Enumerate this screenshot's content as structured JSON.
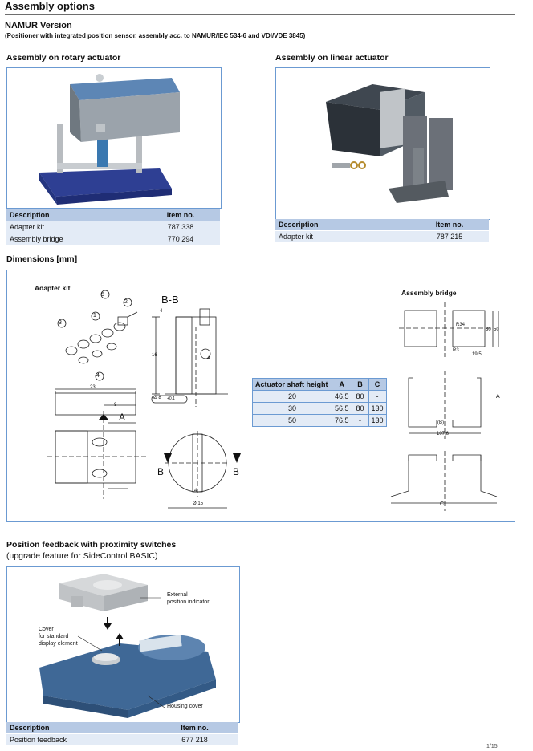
{
  "header": {
    "title": "Assembly options"
  },
  "namur": {
    "title": "NAMUR Version",
    "subtitle": "(Positioner with integrated position sensor, assembly acc. to NAMUR/IEC 534-6 and VDI/VDE 3845)"
  },
  "rotary": {
    "title": "Assembly on rotary actuator",
    "table": {
      "col1": "Description",
      "col2": "Item no.",
      "rows": [
        {
          "desc": "Adapter kit",
          "item": "787 338"
        },
        {
          "desc": "Assembly bridge",
          "item": "770 294"
        }
      ]
    }
  },
  "linear": {
    "title": "Assembly on linear actuator",
    "table": {
      "col1": "Description",
      "col2": "Item no.",
      "rows": [
        {
          "desc": "Adapter kit",
          "item": "787 215"
        }
      ]
    }
  },
  "dimensions": {
    "title": "Dimensions [mm]",
    "adapter_kit_label": "Adapter kit",
    "assembly_bridge_label": "Assembly bridge",
    "section_label": "B-B",
    "callouts": [
      "1",
      "2",
      "3",
      "4",
      "5"
    ],
    "labels": {
      "dim_23": "23",
      "dim_9": "9",
      "A": "A",
      "B": "B",
      "dim_16": "16",
      "dim_4": "4",
      "dim_dia8": "Ø 8",
      "dim_tol": "+0.1",
      "dim_dia15": "Ø 15",
      "bridge_r34": "R34",
      "bridge_30": "30",
      "bridge_50": "50",
      "bridge_r3": "R3",
      "bridge_195": "19,5",
      "bridge_B": "(B)",
      "bridge_1076": "107,6",
      "bridge_A": "A",
      "bridge_C": "C"
    },
    "table": {
      "headers": [
        "Actuator shaft height",
        "A",
        "B",
        "C"
      ],
      "rows": [
        [
          "20",
          "46.5",
          "80",
          "-"
        ],
        [
          "30",
          "56.5",
          "80",
          "130"
        ],
        [
          "50",
          "76.5",
          "-",
          "130"
        ]
      ]
    }
  },
  "feedback": {
    "title": "Position feedback with proximity switches",
    "subtitle": "(upgrade feature for SideControl BASIC)",
    "callouts": {
      "external": "External\nposition indicator",
      "cover": "Cover\nfor standard\ndisplay element",
      "housing": "Housing cover"
    },
    "table": {
      "col1": "Description",
      "col2": "Item no.",
      "rows": [
        {
          "desc": "Position feedback",
          "item": "677 218"
        }
      ]
    }
  },
  "footer": {
    "page": "1/15"
  }
}
